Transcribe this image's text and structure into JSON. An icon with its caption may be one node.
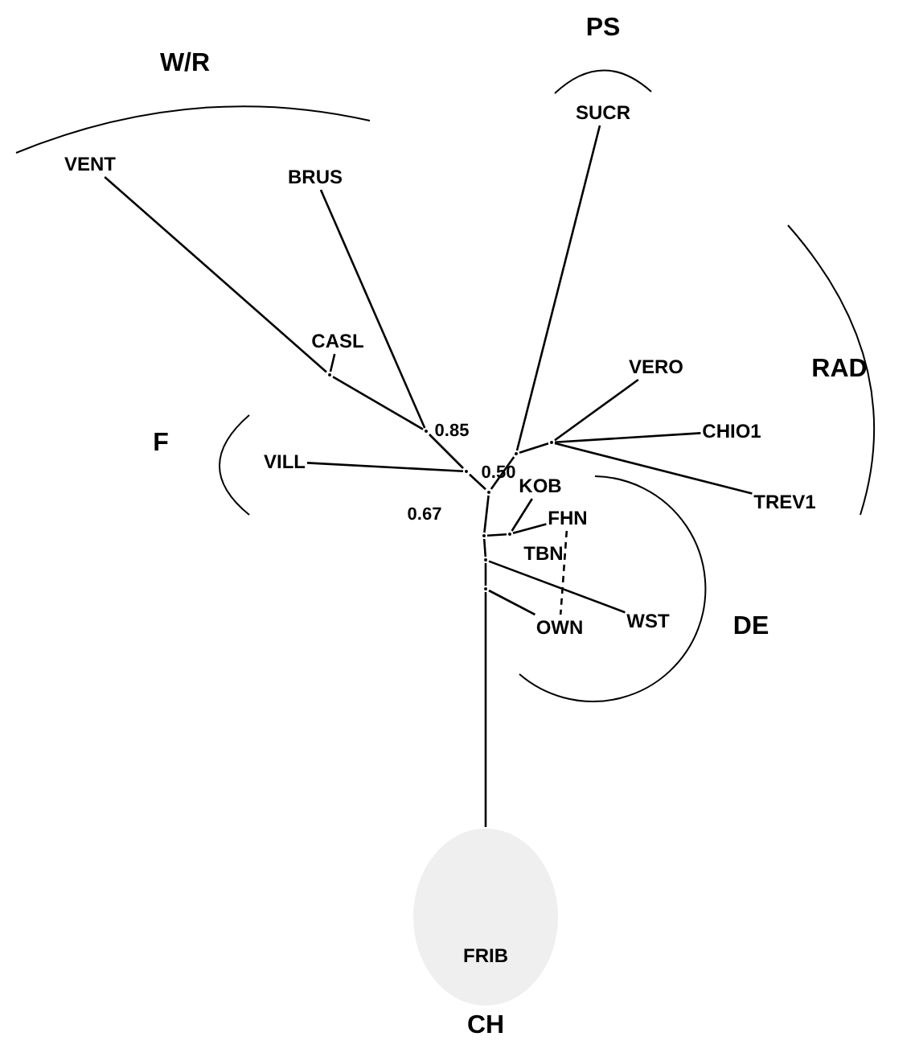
{
  "diagram": {
    "nodes": [
      {
        "text": [
          "VENT"
        ]
      },
      {
        "text": [
          "BRUS"
        ]
      },
      {
        "text": [
          "CASL"
        ]
      },
      {
        "text": [
          "SUCR"
        ]
      },
      {
        "text": [
          "VERO"
        ]
      },
      {
        "text": [
          "CHIO1"
        ]
      },
      {
        "text": [
          "TREV1"
        ]
      },
      {
        "text": [
          "VILL"
        ]
      },
      {
        "text": [
          "KOB"
        ]
      },
      {
        "text": [
          "FHN"
        ]
      },
      {
        "text": [
          "TBN"
        ]
      },
      {
        "text": [
          "WST"
        ]
      },
      {
        "text": [
          "OWN"
        ]
      },
      {
        "text": [
          "FRIB"
        ]
      },
      {
        "text": [],
        "shape": "point"
      },
      {
        "text": [],
        "shape": "point"
      },
      {
        "text": [],
        "shape": "point"
      },
      {
        "text": [],
        "shape": "point"
      },
      {
        "text": [],
        "shape": "point"
      },
      {
        "text": [],
        "shape": "point"
      },
      {
        "text": [],
        "shape": "point"
      },
      {
        "text": [],
        "shape": "point"
      },
      {
        "text": [],
        "shape": "point"
      },
      {
        "text": [],
        "shape": "point"
      }
    ],
    "edges": [
      {
        "from": 0,
        "to": 14,
        "arrow": "none"
      },
      {
        "from": 2,
        "to": 14,
        "arrow": "none"
      },
      {
        "from": 14,
        "to": 15,
        "arrow": "none"
      },
      {
        "from": 1,
        "to": 15,
        "arrow": "none"
      },
      {
        "from": 15,
        "to": 16,
        "arrow": "none"
      },
      {
        "from": 7,
        "to": 16,
        "arrow": "none"
      },
      {
        "from": 16,
        "to": 17,
        "arrow": "none"
      },
      {
        "from": 17,
        "to": 18,
        "arrow": "none"
      },
      {
        "from": 3,
        "to": 18,
        "arrow": "none"
      },
      {
        "from": 18,
        "to": 19,
        "arrow": "none"
      },
      {
        "from": 4,
        "to": 19,
        "arrow": "none"
      },
      {
        "from": 5,
        "to": 19,
        "arrow": "none"
      },
      {
        "from": 6,
        "to": 19,
        "arrow": "none"
      },
      {
        "from": 17,
        "to": 20,
        "arrow": "none"
      },
      {
        "from": 20,
        "to": 21,
        "arrow": "none"
      },
      {
        "from": 8,
        "to": 21,
        "arrow": "none"
      },
      {
        "from": 9,
        "to": 21,
        "arrow": "none"
      },
      {
        "from": 20,
        "to": 22,
        "arrow": "none"
      },
      {
        "from": 11,
        "to": 22,
        "arrow": "none"
      },
      {
        "from": 22,
        "to": 23,
        "arrow": "none"
      },
      {
        "from": 12,
        "to": 23,
        "arrow": "none"
      },
      {
        "from": 23,
        "to": 13,
        "arrow": "none"
      },
      {
        "from": 9,
        "to": 12,
        "arrow": "none",
        "style": "dashed"
      }
    ],
    "labels": [
      "W/R",
      "PS",
      "RAD",
      "F",
      "0.85",
      "0.50",
      "0.67",
      "DE",
      "CH"
    ]
  }
}
